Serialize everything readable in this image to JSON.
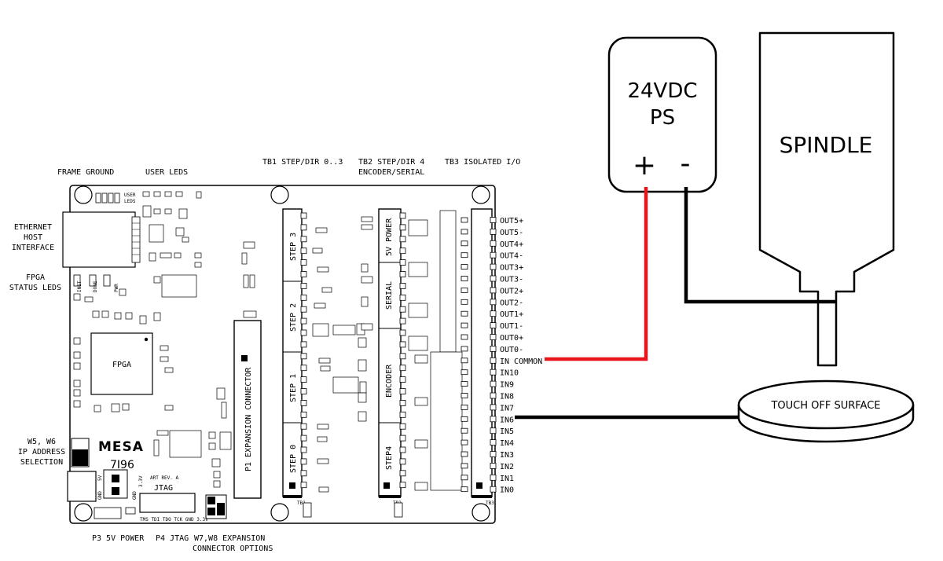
{
  "labels": {
    "frame_ground": "FRAME GROUND",
    "user_leds": "USER LEDS",
    "tb1": "TB1 STEP/DIR 0..3",
    "tb2_line1": "TB2 STEP/DIR 4",
    "tb2_line2": "ENCODER/SERIAL",
    "tb3": "TB3 ISOLATED I/O",
    "ethernet_1": "ETHERNET",
    "ethernet_2": "HOST",
    "ethernet_3": "INTERFACE",
    "fpga_status_1": "FPGA",
    "fpga_status_2": "STATUS LEDS",
    "w5w6_1": "W5, W6",
    "w5w6_2": "IP ADDRESS",
    "w5w6_3": "SELECTION",
    "p3": "P3 5V POWER",
    "p4": "P4 JTAG",
    "w7w8_1": "W7,W8 EXPANSION",
    "w7w8_2": "CONNECTOR OPTIONS"
  },
  "board": {
    "fpga": "FPGA",
    "brand": "MESA",
    "model": "7I96",
    "art_rev": "ART REV. A",
    "jtag": "JTAG",
    "p1": "P1 EXPANSION CONNECTOR",
    "user_leds_silk_1": "USER",
    "user_leds_silk_2": "LEDS",
    "pwr": "PWR",
    "init": "INIT",
    "done": "DONE",
    "gnd": "GND",
    "v5": "5V",
    "v3": "3.3V",
    "jtag_pins": "TMS TDI TDO TCK GND 3.3V",
    "step3": "STEP 3",
    "step2": "STEP 2",
    "step1": "STEP 1",
    "step0": "STEP 0",
    "step4": "STEP4",
    "power5v": "5V POWER",
    "serial": "SERIAL",
    "encoder": "ENCODER",
    "tb1": "TB1",
    "tb2": "TB2",
    "tb3": "TB3"
  },
  "tb3_pins": [
    "OUT5+",
    "OUT5-",
    "OUT4+",
    "OUT4-",
    "OUT3+",
    "OUT3-",
    "OUT2+",
    "OUT2-",
    "OUT1+",
    "OUT1-",
    "OUT0+",
    "OUT0-",
    "IN COMMON",
    "IN10",
    "IN9",
    "IN8",
    "IN7",
    "IN6",
    "IN5",
    "IN4",
    "IN3",
    "IN2",
    "IN1",
    "IN0"
  ],
  "power_supply": {
    "line1": "24VDC",
    "line2": "PS",
    "plus": "+",
    "minus": "-"
  },
  "spindle": "SPINDLE",
  "touch_plate": "TOUCH OFF SURFACE",
  "colors": {
    "wire_red": "#e8141b",
    "wire_black": "#000000"
  }
}
